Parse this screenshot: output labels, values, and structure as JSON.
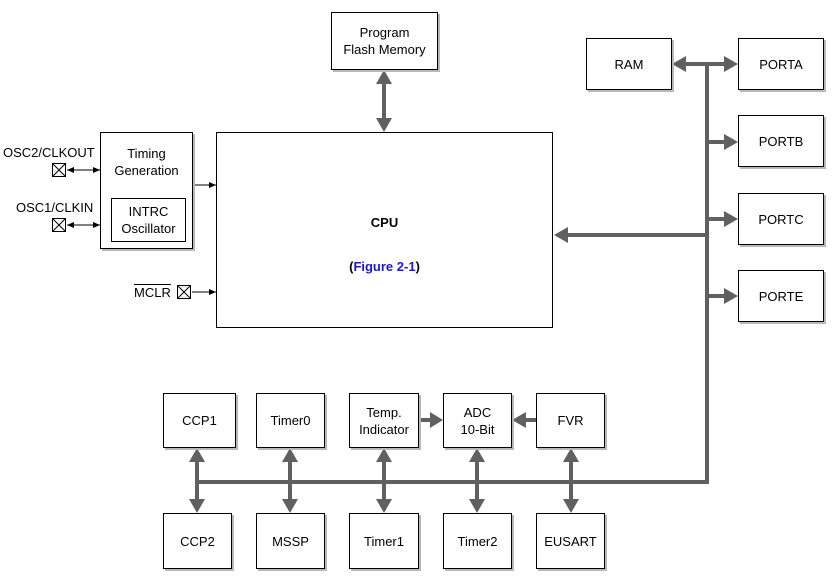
{
  "colors": {
    "bus": "#606060",
    "line": "#000000",
    "link": "#1a1acc",
    "shadow": "#b8b8b8"
  },
  "blocks": {
    "program_flash": "Program\nFlash Memory",
    "ram": "RAM",
    "porta": "PORTA",
    "portb": "PORTB",
    "portc": "PORTC",
    "porte": "PORTE",
    "cpu_title": "CPU",
    "cpu_ref_open": "(",
    "cpu_ref": "Figure 2-1",
    "cpu_ref_close": ")",
    "timing_gen": "Timing\nGeneration",
    "intrc": "INTRC\nOscillator",
    "ccp1": "CCP1",
    "timer0": "Timer0",
    "temp_indicator": "Temp.\nIndicator",
    "adc": "ADC\n10-Bit",
    "fvr": "FVR",
    "ccp2": "CCP2",
    "mssp": "MSSP",
    "timer1": "Timer1",
    "timer2": "Timer2",
    "eusart": "EUSART"
  },
  "pins": {
    "osc2": "OSC2/CLKOUT",
    "osc1": "OSC1/CLKIN",
    "mclr": "MCLR"
  }
}
